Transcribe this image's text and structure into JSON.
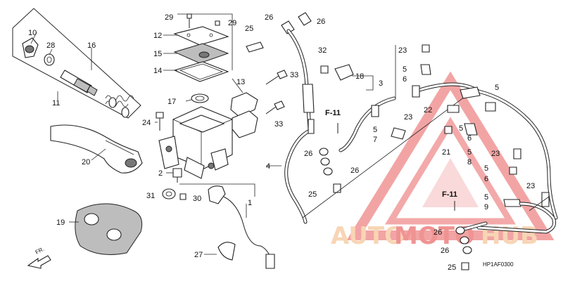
{
  "diagram_code": "HP1AF0300",
  "front_arrow": "FR.",
  "watermark": {
    "auto": "AUTO",
    "moto": "MOTO",
    "hub": "HUB",
    "color_orange": "#f2b47a",
    "color_red": "#e23b3b"
  },
  "references": [
    "F-11",
    "F-11"
  ],
  "labels": {
    "n1": "1",
    "n2": "2",
    "n3": "3",
    "n4": "4",
    "n5a": "5",
    "n5b": "5",
    "n5c": "5",
    "n5d": "5",
    "n5e": "5",
    "n5f": "5",
    "n5g": "5",
    "n6a": "6",
    "n6b": "6",
    "n6c": "6",
    "n7": "7",
    "n8": "8",
    "n9": "9",
    "n10": "10",
    "n11": "11",
    "n12": "12",
    "n13": "13",
    "n14": "14",
    "n15": "15",
    "n16": "16",
    "n17": "17",
    "n18": "18",
    "n19": "19",
    "n20": "20",
    "n21": "21",
    "n22": "22",
    "n23a": "23",
    "n23b": "23",
    "n23c": "23",
    "n23d": "23",
    "n24": "24",
    "n25a": "25",
    "n25b": "25",
    "n25c": "25",
    "n26a": "26",
    "n26b": "26",
    "n26c": "26",
    "n26d": "26",
    "n26e": "26",
    "n26f": "26",
    "n27": "27",
    "n28": "28",
    "n29a": "29",
    "n29b": "29",
    "n30": "30",
    "n31": "31",
    "n32": "32",
    "n33a": "33",
    "n33b": "33"
  }
}
